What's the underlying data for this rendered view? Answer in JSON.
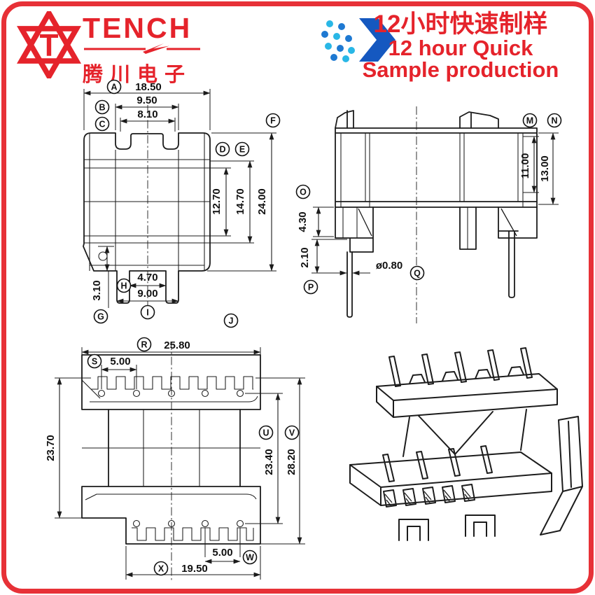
{
  "page": {
    "background": "#ffffff",
    "border_color": "#e73137",
    "accent_red": "#e5232b",
    "arrow_blue": "#1558c0",
    "dot_cyan": "#29b7e6",
    "dot_blue": "#1e79d2"
  },
  "header": {
    "brand": {
      "logo_letter": "T",
      "name": "TENCH",
      "chinese": "腾川电子"
    },
    "promo": {
      "line1": "12小时快速制样",
      "line2": "12 hour Quick",
      "line3": "Sample production"
    },
    "icons": {
      "logo": "six-pointed-star-icon",
      "promo": "fast-forward-arrow-icon"
    }
  },
  "views": {
    "front": {
      "dims": {
        "A": {
          "letter": "A",
          "value": "18.50"
        },
        "B": {
          "letter": "B",
          "value": "9.50"
        },
        "C": {
          "letter": "C",
          "value": "8.10"
        },
        "D": {
          "letter": "D",
          "value": "12.70"
        },
        "E": {
          "letter": "E",
          "value": "14.70"
        },
        "F": {
          "letter": "F",
          "value": "24.00"
        },
        "G": {
          "letter": "G",
          "value": "3.10"
        },
        "H": {
          "letter": "H",
          "value": "4.70"
        },
        "I": {
          "letter": "I",
          "value": "9.00"
        },
        "J": {
          "letter": "J",
          "value": ""
        }
      }
    },
    "side": {
      "dims": {
        "M": {
          "letter": "M",
          "value": "11.00"
        },
        "N": {
          "letter": "N",
          "value": "13.00"
        },
        "O": {
          "letter": "O",
          "value": "4.30"
        },
        "P": {
          "letter": "P",
          "value": "2.10"
        },
        "Q": {
          "letter": "Q",
          "value": "ø0.80"
        }
      }
    },
    "bottom": {
      "dims": {
        "R": {
          "letter": "R",
          "value": "25.80"
        },
        "S": {
          "letter": "S",
          "value": "5.00"
        },
        "left_height": {
          "value": "23.70"
        },
        "U": {
          "letter": "U",
          "value": "23.40"
        },
        "V": {
          "letter": "V",
          "value": "28.20"
        },
        "W": {
          "letter": "W",
          "value": "5.00"
        },
        "X": {
          "letter": "X",
          "value": "19.50"
        }
      }
    },
    "iso": {
      "name": "isometric-3d-view"
    }
  }
}
